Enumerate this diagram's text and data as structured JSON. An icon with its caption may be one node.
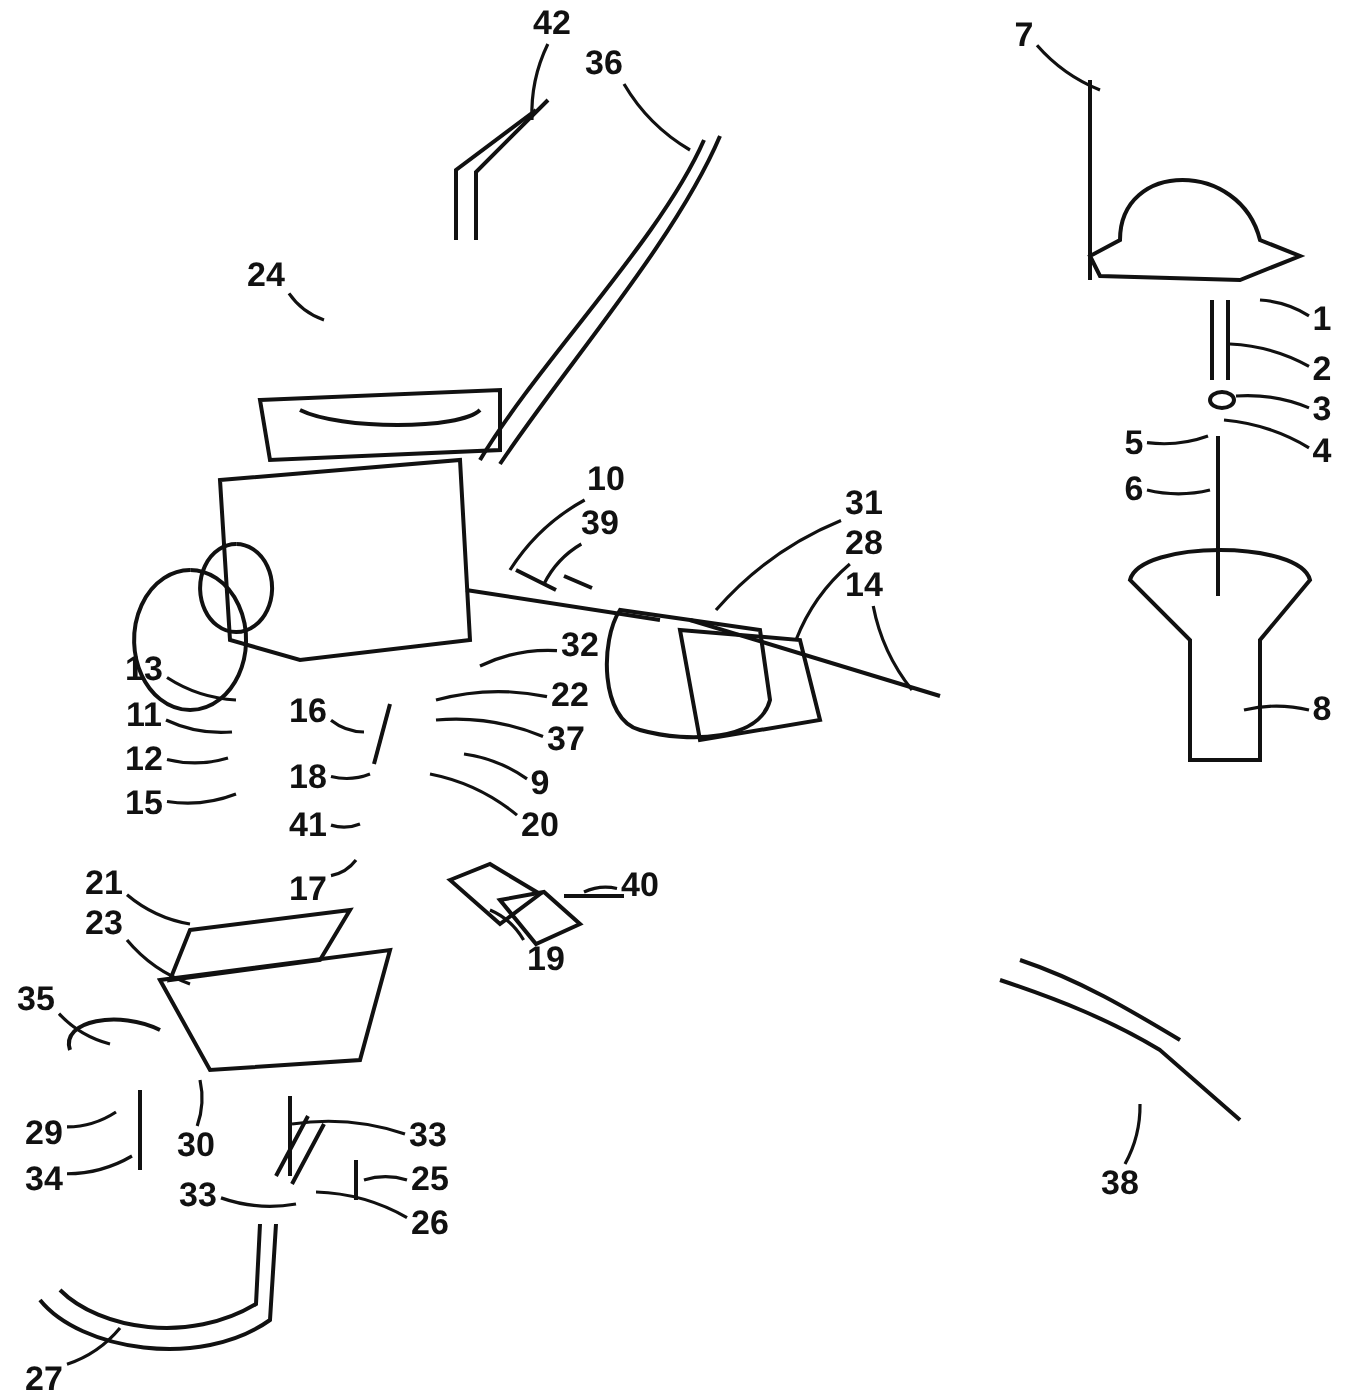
{
  "diagram": {
    "nodes": [
      {
        "text": [
          "42"
        ]
      },
      {
        "text": [
          "36"
        ]
      },
      {
        "text": [
          "24"
        ]
      },
      {
        "text": [
          "10"
        ]
      },
      {
        "text": [
          "39"
        ]
      },
      {
        "text": [
          "31"
        ]
      },
      {
        "text": [
          "28"
        ]
      },
      {
        "text": [
          "14"
        ]
      },
      {
        "text": [
          "32"
        ]
      },
      {
        "text": [
          "22"
        ]
      },
      {
        "text": [
          "37"
        ]
      },
      {
        "text": [
          "9"
        ]
      },
      {
        "text": [
          "20"
        ]
      },
      {
        "text": [
          "13"
        ]
      },
      {
        "text": [
          "11"
        ]
      },
      {
        "text": [
          "12"
        ]
      },
      {
        "text": [
          "15"
        ]
      },
      {
        "text": [
          "16"
        ]
      },
      {
        "text": [
          "18"
        ]
      },
      {
        "text": [
          "41"
        ]
      },
      {
        "text": [
          "17"
        ]
      },
      {
        "text": [
          "40"
        ]
      },
      {
        "text": [
          "19"
        ]
      },
      {
        "text": [
          "21"
        ]
      },
      {
        "text": [
          "23"
        ]
      },
      {
        "text": [
          "35"
        ]
      },
      {
        "text": [
          "29"
        ]
      },
      {
        "text": [
          "34"
        ]
      },
      {
        "text": [
          "30"
        ]
      },
      {
        "text": [
          "33"
        ]
      },
      {
        "text": [
          "25"
        ]
      },
      {
        "text": [
          "33"
        ]
      },
      {
        "text": [
          "26"
        ]
      },
      {
        "text": [
          "27"
        ]
      },
      {
        "text": [
          "7"
        ]
      },
      {
        "text": [
          "1"
        ]
      },
      {
        "text": [
          "2"
        ]
      },
      {
        "text": [
          "3"
        ]
      },
      {
        "text": [
          "4"
        ]
      },
      {
        "text": [
          "5"
        ]
      },
      {
        "text": [
          "6"
        ]
      },
      {
        "text": [
          "8"
        ]
      },
      {
        "text": [
          "38"
        ]
      }
    ],
    "edges": [
      {
        "from": 0,
        "to": null,
        "arrow": "none"
      },
      {
        "from": 1,
        "to": null,
        "arrow": "none"
      },
      {
        "from": 2,
        "to": null,
        "arrow": "none"
      },
      {
        "from": 3,
        "to": null,
        "arrow": "none"
      },
      {
        "from": 4,
        "to": null,
        "arrow": "none"
      },
      {
        "from": 5,
        "to": null,
        "arrow": "none"
      },
      {
        "from": 6,
        "to": null,
        "arrow": "none"
      },
      {
        "from": 7,
        "to": null,
        "arrow": "none"
      },
      {
        "from": 8,
        "to": null,
        "arrow": "none"
      },
      {
        "from": 9,
        "to": null,
        "arrow": "none"
      },
      {
        "from": 10,
        "to": null,
        "arrow": "none"
      },
      {
        "from": 11,
        "to": null,
        "arrow": "none"
      },
      {
        "from": 12,
        "to": null,
        "arrow": "none"
      },
      {
        "from": 13,
        "to": null,
        "arrow": "none"
      },
      {
        "from": 14,
        "to": null,
        "arrow": "none"
      },
      {
        "from": 15,
        "to": null,
        "arrow": "none"
      },
      {
        "from": 16,
        "to": null,
        "arrow": "none"
      },
      {
        "from": 17,
        "to": null,
        "arrow": "none"
      },
      {
        "from": 18,
        "to": null,
        "arrow": "none"
      },
      {
        "from": 19,
        "to": null,
        "arrow": "none"
      },
      {
        "from": 20,
        "to": null,
        "arrow": "none"
      },
      {
        "from": 21,
        "to": null,
        "arrow": "none"
      },
      {
        "from": 22,
        "to": null,
        "arrow": "none"
      },
      {
        "from": 23,
        "to": null,
        "arrow": "none"
      },
      {
        "from": 24,
        "to": null,
        "arrow": "none"
      },
      {
        "from": 25,
        "to": null,
        "arrow": "none"
      },
      {
        "from": 26,
        "to": null,
        "arrow": "none"
      },
      {
        "from": 27,
        "to": null,
        "arrow": "none"
      },
      {
        "from": 28,
        "to": null,
        "arrow": "none"
      },
      {
        "from": 29,
        "to": null,
        "arrow": "none"
      },
      {
        "from": 30,
        "to": null,
        "arrow": "none"
      },
      {
        "from": 31,
        "to": null,
        "arrow": "none"
      },
      {
        "from": 32,
        "to": null,
        "arrow": "none"
      },
      {
        "from": 33,
        "to": null,
        "arrow": "none"
      },
      {
        "from": 34,
        "to": null,
        "arrow": "none"
      },
      {
        "from": 35,
        "to": null,
        "arrow": "none"
      },
      {
        "from": 36,
        "to": null,
        "arrow": "none"
      },
      {
        "from": 37,
        "to": null,
        "arrow": "none"
      },
      {
        "from": 38,
        "to": null,
        "arrow": "none"
      },
      {
        "from": 39,
        "to": null,
        "arrow": "none"
      },
      {
        "from": 40,
        "to": null,
        "arrow": "none"
      },
      {
        "from": 41,
        "to": null,
        "arrow": "none"
      },
      {
        "from": 42,
        "to": null,
        "arrow": "none"
      }
    ]
  }
}
